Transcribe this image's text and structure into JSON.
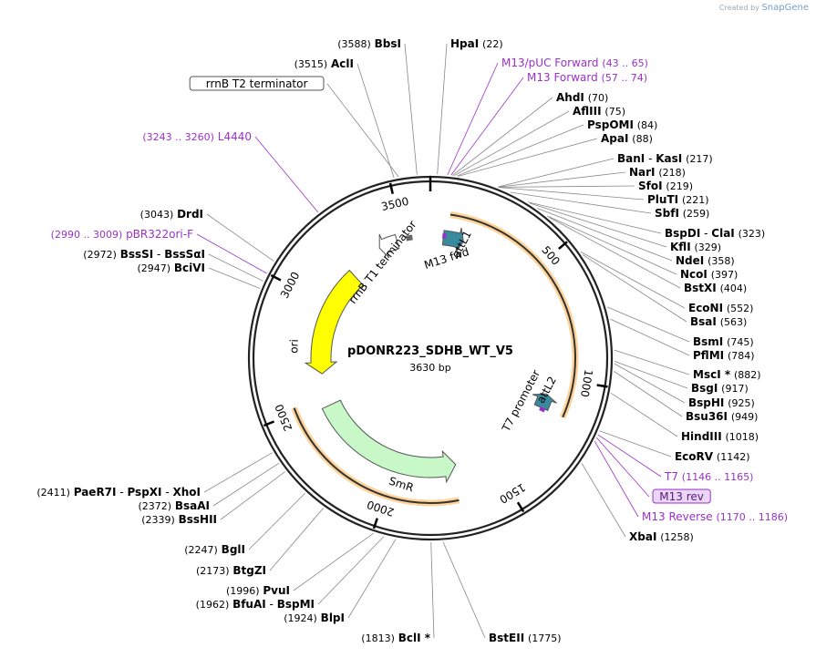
{
  "credit": {
    "created_by": "Created by",
    "brand": "SnapGene"
  },
  "plasmid": {
    "name": "pDONR223_SDHB_WT_V5",
    "length": "3630 bp",
    "bp": 3630
  },
  "colors": {
    "primer": "#9b30c8",
    "ring": "#222222",
    "feature_orange": "#f5a623",
    "ori": "#ffff00",
    "smr": "#c8f7c8",
    "att": "#3a8a9e"
  },
  "ticks": [
    {
      "bp": 500,
      "label": "500"
    },
    {
      "bp": 1000,
      "label": "1000"
    },
    {
      "bp": 1500,
      "label": "1500"
    },
    {
      "bp": 2000,
      "label": "2000"
    },
    {
      "bp": 2500,
      "label": "2500"
    },
    {
      "bp": 3000,
      "label": "3000"
    },
    {
      "bp": 3500,
      "label": "3500"
    }
  ],
  "features": [
    {
      "name": "attL1",
      "type": "arrow",
      "start": 62,
      "end": 160
    },
    {
      "name": "M13 fwd",
      "type": "primer",
      "start": 57,
      "end": 74
    },
    {
      "name": "rrnB T1 terminator",
      "type": "arrow-rev",
      "start": 3380,
      "end": 3470
    },
    {
      "name": "rrnB T2 terminator",
      "type": "small",
      "start": 3515,
      "end": 3545
    },
    {
      "name": "attL2",
      "type": "arrow-rev",
      "start": 1080,
      "end": 1150
    },
    {
      "name": "T7 promoter",
      "type": "primer",
      "start": 1146,
      "end": 1165
    },
    {
      "name": "ori",
      "type": "ori",
      "start": 2640,
      "end": 3200
    },
    {
      "name": "SmR",
      "type": "smr",
      "start": 1680,
      "end": 2470
    }
  ],
  "orange_arcs": [
    {
      "start": 80,
      "end": 1150
    },
    {
      "start": 1700,
      "end": 2520
    }
  ],
  "labels_right": [
    {
      "name": "HpaI",
      "pos": "(22)",
      "bp": 22,
      "kind": "site"
    },
    {
      "name": "M13/pUC Forward",
      "pos": "(43 .. 65)",
      "bp": 54,
      "kind": "primer"
    },
    {
      "name": "M13 Forward",
      "pos": "(57 .. 74)",
      "bp": 65,
      "kind": "primer"
    },
    {
      "name": "AhdI",
      "pos": "(70)",
      "bp": 70,
      "kind": "site"
    },
    {
      "name": "AflIII",
      "pos": "(75)",
      "bp": 75,
      "kind": "site"
    },
    {
      "name": "PspOMI",
      "pos": "(84)",
      "bp": 84,
      "kind": "site"
    },
    {
      "name": "ApaI",
      "pos": "(88)",
      "bp": 88,
      "kind": "site"
    },
    {
      "name": "BanI",
      "name2": "KasI",
      "pos": "(217)",
      "bp": 217,
      "kind": "site"
    },
    {
      "name": "NarI",
      "pos": "(218)",
      "bp": 218,
      "kind": "site"
    },
    {
      "name": "SfoI",
      "pos": "(219)",
      "bp": 219,
      "kind": "site"
    },
    {
      "name": "PluTI",
      "pos": "(221)",
      "bp": 221,
      "kind": "site"
    },
    {
      "name": "SbfI",
      "pos": "(259)",
      "bp": 259,
      "kind": "site"
    },
    {
      "name": "BspDI",
      "name2": "ClaI",
      "pos": "(323)",
      "bp": 323,
      "kind": "site"
    },
    {
      "name": "KflI",
      "pos": "(329)",
      "bp": 329,
      "kind": "site"
    },
    {
      "name": "NdeI",
      "pos": "(358)",
      "bp": 358,
      "kind": "site"
    },
    {
      "name": "NcoI",
      "pos": "(397)",
      "bp": 397,
      "kind": "site"
    },
    {
      "name": "BstXI",
      "pos": "(404)",
      "bp": 404,
      "kind": "site"
    },
    {
      "name": "EcoNI",
      "pos": "(552)",
      "bp": 552,
      "kind": "site"
    },
    {
      "name": "BsaI",
      "pos": "(563)",
      "bp": 563,
      "kind": "site"
    },
    {
      "name": "BsmI",
      "pos": "(745)",
      "bp": 745,
      "kind": "site"
    },
    {
      "name": "PflMI",
      "pos": "(784)",
      "bp": 784,
      "kind": "site"
    },
    {
      "name": "MscI *",
      "pos": "(882)",
      "bp": 882,
      "kind": "site"
    },
    {
      "name": "BsgI",
      "pos": "(917)",
      "bp": 917,
      "kind": "site"
    },
    {
      "name": "BspHI",
      "pos": "(925)",
      "bp": 925,
      "kind": "site"
    },
    {
      "name": "Bsu36I",
      "pos": "(949)",
      "bp": 949,
      "kind": "site"
    },
    {
      "name": "HindIII",
      "pos": "(1018)",
      "bp": 1018,
      "kind": "site"
    },
    {
      "name": "EcoRV",
      "pos": "(1142)",
      "bp": 1142,
      "kind": "site"
    },
    {
      "name": "T7",
      "pos": "(1146 .. 1165)",
      "bp": 1155,
      "kind": "primer"
    },
    {
      "name": "M13 rev",
      "pos": "",
      "bp": 1165,
      "kind": "primer-box"
    },
    {
      "name": "M13 Reverse",
      "pos": "(1170 .. 1186)",
      "bp": 1178,
      "kind": "primer"
    },
    {
      "name": "XbaI",
      "pos": "(1258)",
      "bp": 1258,
      "kind": "site"
    },
    {
      "name": "BstEII",
      "pos": "(1775)",
      "bp": 1775,
      "kind": "site"
    }
  ],
  "labels_left": [
    {
      "name": "BbsI",
      "pos": "(3588)",
      "bp": 3588,
      "kind": "site"
    },
    {
      "name": "AclI",
      "pos": "(3515)",
      "bp": 3515,
      "kind": "site"
    },
    {
      "name": "rrnB T2 terminator",
      "pos": "",
      "bp": 3530,
      "kind": "feature-box"
    },
    {
      "name": "L4440",
      "pos": "(3243 .. 3260)",
      "bp": 3251,
      "kind": "primer"
    },
    {
      "name": "DrdI",
      "pos": "(3043)",
      "bp": 3043,
      "kind": "site"
    },
    {
      "name": "pBR322ori-F",
      "pos": "(2990 .. 3009)",
      "bp": 2999,
      "kind": "primer"
    },
    {
      "name": "BssSI",
      "name2": "BssSαI",
      "pos": "(2972)",
      "bp": 2972,
      "kind": "site"
    },
    {
      "name": "BciVI",
      "pos": "(2947)",
      "bp": 2947,
      "kind": "site"
    },
    {
      "name": "PaeR7I",
      "name2": "PspXI",
      "name3": "XhoI",
      "pos": "(2411)",
      "bp": 2411,
      "kind": "site"
    },
    {
      "name": "BsaAI",
      "pos": "(2372)",
      "bp": 2372,
      "kind": "site"
    },
    {
      "name": "BssHII",
      "pos": "(2339)",
      "bp": 2339,
      "kind": "site"
    },
    {
      "name": "BglI",
      "pos": "(2247)",
      "bp": 2247,
      "kind": "site"
    },
    {
      "name": "BtgZI",
      "pos": "(2173)",
      "bp": 2173,
      "kind": "site"
    },
    {
      "name": "PvuI",
      "pos": "(1996)",
      "bp": 1996,
      "kind": "site"
    },
    {
      "name": "BfuAI",
      "name2": "BspMI",
      "pos": "(1962)",
      "bp": 1962,
      "kind": "site"
    },
    {
      "name": "BlpI",
      "pos": "(1924)",
      "bp": 1924,
      "kind": "site"
    },
    {
      "name": "BclI *",
      "pos": "(1813)",
      "bp": 1813,
      "kind": "site"
    }
  ]
}
